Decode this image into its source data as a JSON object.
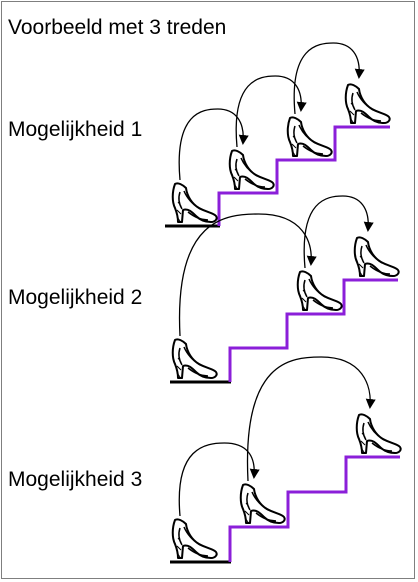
{
  "title": "Voorbeeld met 3 treden",
  "scenarios": [
    {
      "label": "Mogelijkheid 1",
      "jumps": [
        1,
        1,
        1
      ]
    },
    {
      "label": "Mogelijkheid 2",
      "jumps": [
        2,
        1
      ]
    },
    {
      "label": "Mogelijkheid 3",
      "jumps": [
        1,
        2
      ]
    }
  ],
  "steps": 3,
  "colors": {
    "stairs": "#8b1fd9",
    "ground": "#000000",
    "arrow": "#000000",
    "shoe": "#000000"
  },
  "icons": {
    "shoe": "high-heel-shoe-icon",
    "arrow": "curved-arrow-icon"
  }
}
